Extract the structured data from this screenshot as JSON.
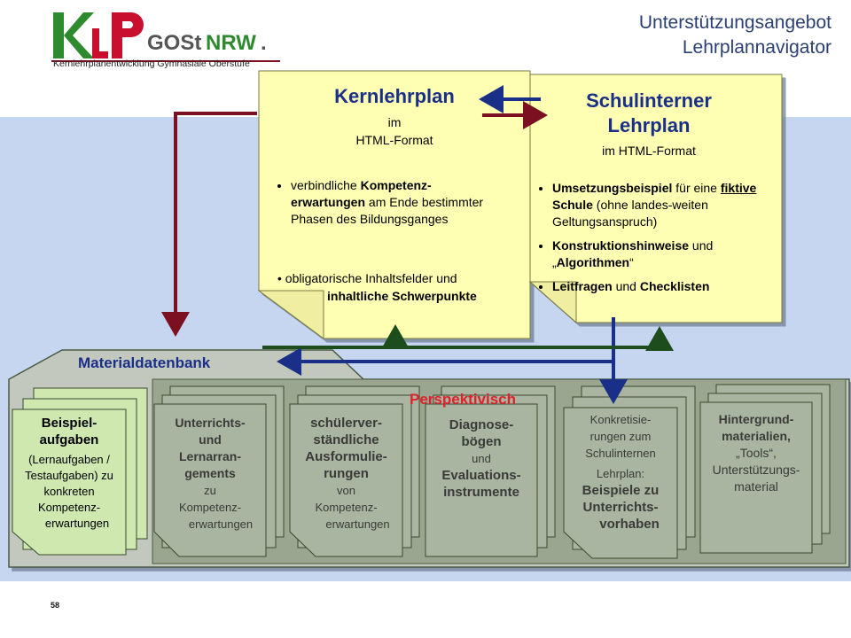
{
  "logo": {
    "wordmark_k": "K",
    "wordmark_l": "L",
    "wordmark_p": "P",
    "wordmark_gost": "GOSt",
    "wordmark_nrw": "NRW",
    "wordmark_dot": ".",
    "subtitle": "Kernlehrplanentwicklung Gymnasiale Oberstufe",
    "colors": {
      "green": "#2e8a2e",
      "red": "#c8102e",
      "grey": "#555555"
    }
  },
  "header": {
    "title_line1": "Unterstützungsangebot",
    "title_line2": "Lehrplannavigator"
  },
  "kernlehrplan": {
    "title": "Kernlehrplan",
    "sub1": "im",
    "sub2": "HTML-Format",
    "bullet1": {
      "pre": "verbindliche ",
      "bold1": "Kompetenz-erwartungen",
      "mid": " am Ende bestimmter Phasen des Bildungsganges"
    },
    "bullet2": {
      "pre": "• obligatorische Inhaltsfelder und",
      "bold": "inhaltliche Schwerpunkte"
    }
  },
  "schulinterner": {
    "title_line1": "Schulinterner",
    "title_line2": "Lehrplan",
    "sub": "im HTML-Format",
    "bullet1": {
      "bold1": "Umsetzungsbeispiel",
      "t1": " für eine ",
      "bold2": "fiktive",
      "t2": " ",
      "bold3": "Schule",
      "t3": " (ohne landes-weiten Geltungsanspruch)"
    },
    "bullet2": {
      "bold1": "Konstruktionshinweise",
      "t1": " und „",
      "bold2": "Algorithmen",
      "t2": "“"
    },
    "bullet3": {
      "bold1": "Leitfragen",
      "t1": " und ",
      "bold2": "Checklisten"
    }
  },
  "materialdatenbank": {
    "label": "Materialdatenbank"
  },
  "perspektivisch": {
    "label": "Perspektivisch"
  },
  "stacks": [
    {
      "l1": "Beispiel-",
      "l2": "aufgaben",
      "l3": "(Lernaufgaben /",
      "l4": "Testaufgaben) zu",
      "l5": "konkreten",
      "l6": "Kompetenz-",
      "l7": "erwartungen"
    },
    {
      "l1": "Unterrichts-",
      "l2": "und",
      "l3": "Lernarran-",
      "l4": "gements",
      "l5": "zu",
      "l6": "Kompetenz-",
      "l7": "erwartungen"
    },
    {
      "l1": "schülerver-",
      "l2": "ständliche",
      "l3": "Ausformulie-",
      "l4": "rungen",
      "l5": "von",
      "l6": "Kompetenz-",
      "l7": "erwartungen"
    },
    {
      "l1": "Diagnose-",
      "l2": "bögen",
      "l3": "und",
      "l4": "Evaluations-",
      "l5": "instrumente"
    },
    {
      "l1": "Konkretisie-",
      "l2": "rungen zum",
      "l3": "Schulinternen",
      "l4": "Lehrplan:",
      "l5": "Beispiele zu",
      "l6": "Unterrichts-",
      "l7": "vorhaben"
    },
    {
      "l1": "Hintergrund-",
      "l2": "materialien,",
      "l3": "„Tools“,",
      "l4": "Unterstützungs-",
      "l5": "material"
    }
  ],
  "page_number": "58",
  "colors": {
    "band": "#c6d6f0",
    "yellow_card": "#ffffb3",
    "green_card": "#cfe8b0",
    "grey_card": "#a9b5a0",
    "dark_red": "#7a1020",
    "navy": "#1a2f88",
    "dark_green": "#1d4d1d",
    "accent_red": "#e0202a"
  }
}
